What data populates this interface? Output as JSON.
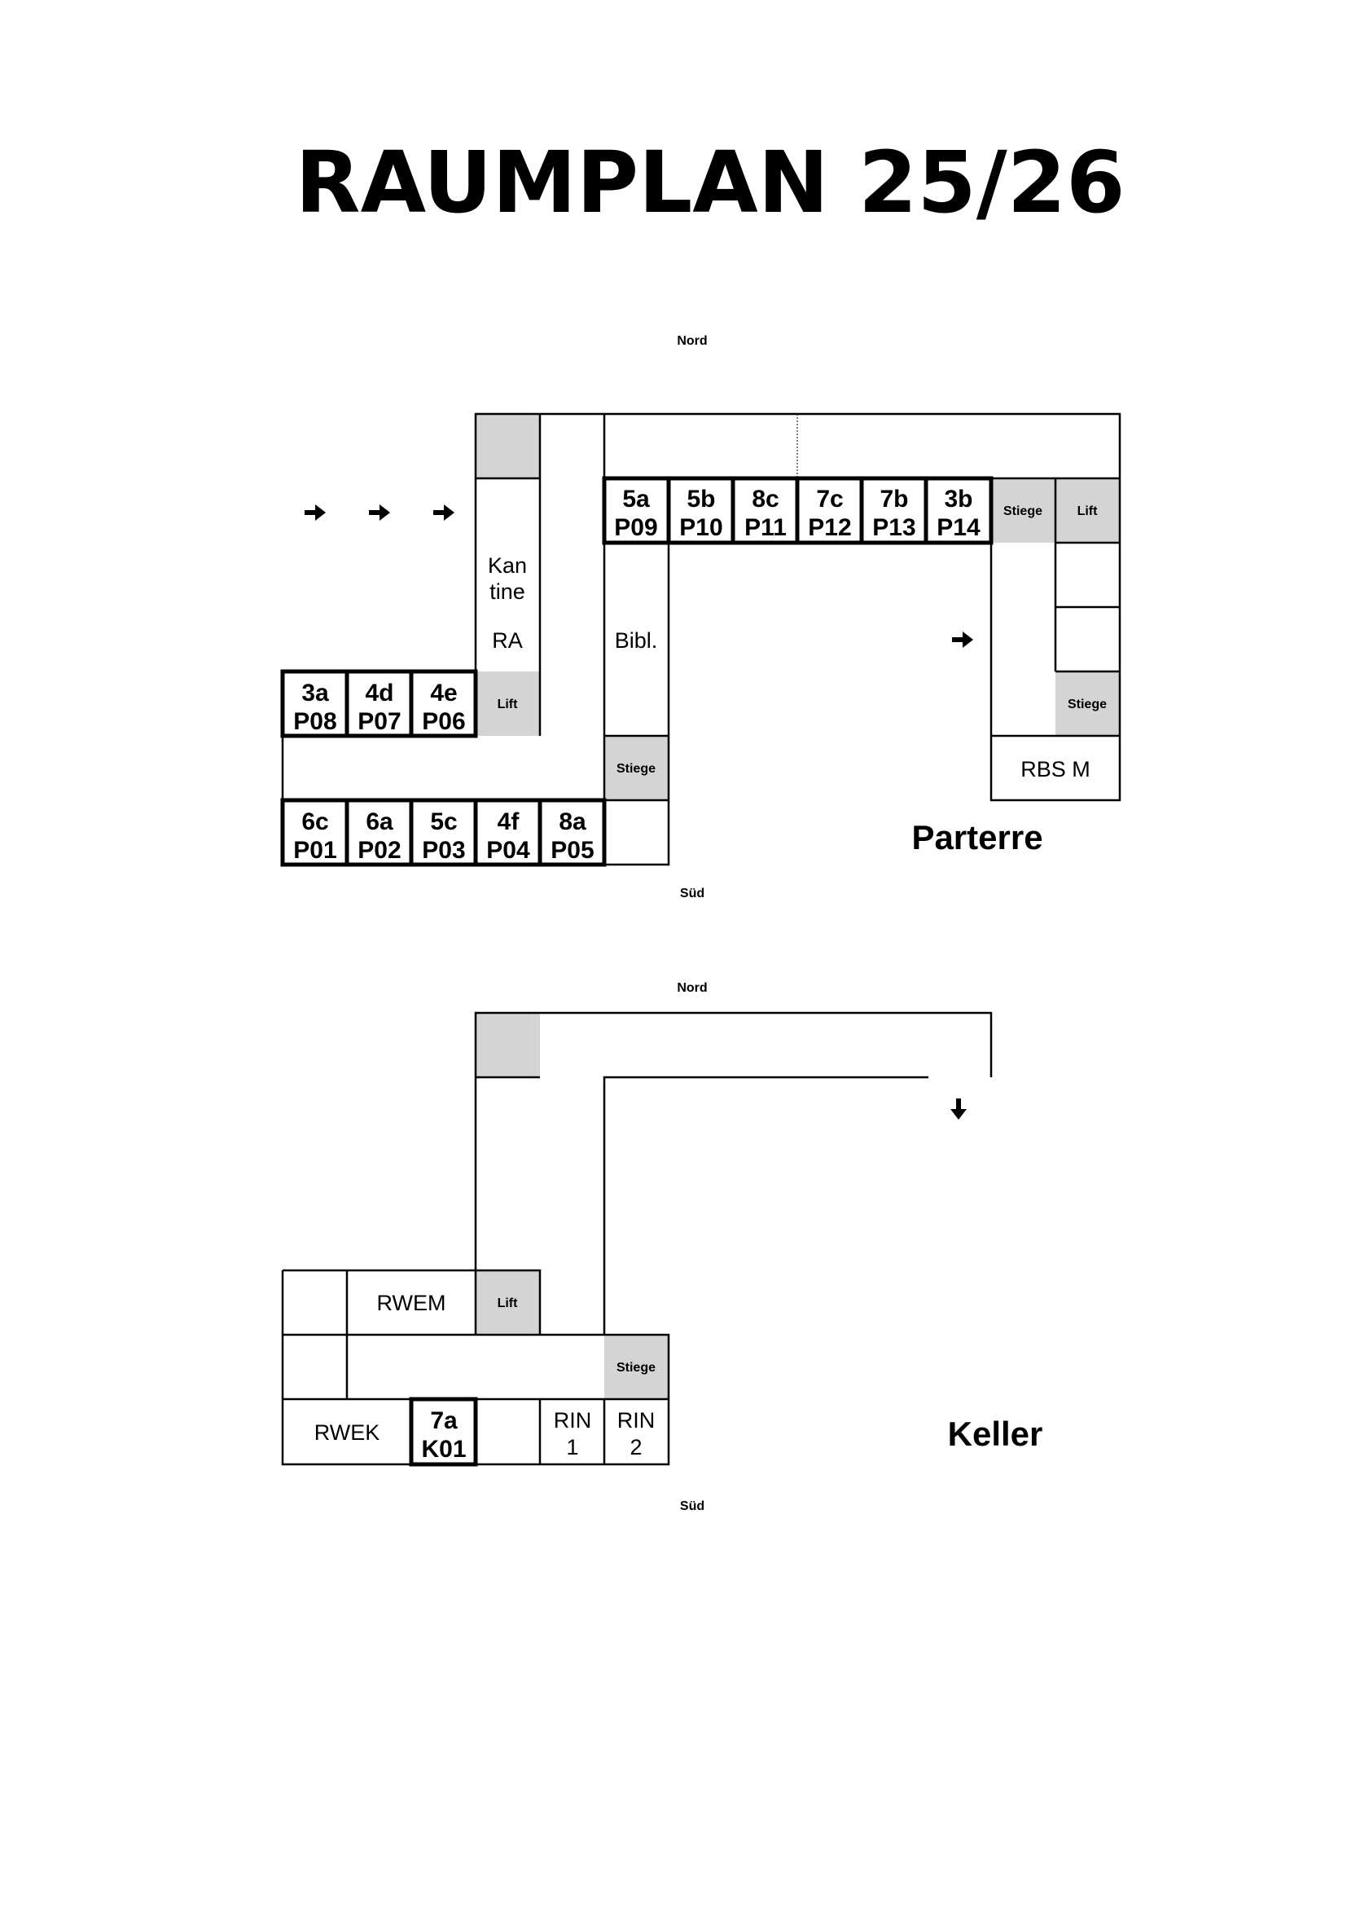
{
  "title": "RAUMPLAN 25/26",
  "parterre": {
    "name": "Parterre",
    "north": "Nord",
    "south": "Süd",
    "classrooms": {
      "p09": [
        "5a",
        "P09"
      ],
      "p10": [
        "5b",
        "P10"
      ],
      "p11": [
        "8c",
        "P11"
      ],
      "p12": [
        "7c",
        "P12"
      ],
      "p13": [
        "7b",
        "P13"
      ],
      "p14": [
        "3b",
        "P14"
      ],
      "p08": [
        "3a",
        "P08"
      ],
      "p07": [
        "4d",
        "P07"
      ],
      "p06": [
        "4e",
        "P06"
      ],
      "p01": [
        "6c",
        "P01"
      ],
      "p02": [
        "6a",
        "P02"
      ],
      "p03": [
        "5c",
        "P03"
      ],
      "p04": [
        "4f",
        "P04"
      ],
      "p05": [
        "8a",
        "P05"
      ]
    },
    "kantine": [
      "Kan",
      "tine",
      "RA"
    ],
    "bibl": "Bibl.",
    "rbs": "RBS M",
    "lift": "Lift",
    "stiege": "Stiege"
  },
  "keller": {
    "name": "Keller",
    "north": "Nord",
    "south": "Süd",
    "rwem": "RWEM",
    "rwek": "RWEK",
    "k01": [
      "7a",
      "K01"
    ],
    "rin1": [
      "RIN",
      "1"
    ],
    "rin2": [
      "RIN",
      "2"
    ],
    "lift": "Lift",
    "stiege": "Stiege"
  },
  "colors": {
    "stair_fill": "#d4d4d4",
    "line": "#000000"
  },
  "icons": [
    "arrow-right-icon",
    "arrow-down-icon"
  ]
}
